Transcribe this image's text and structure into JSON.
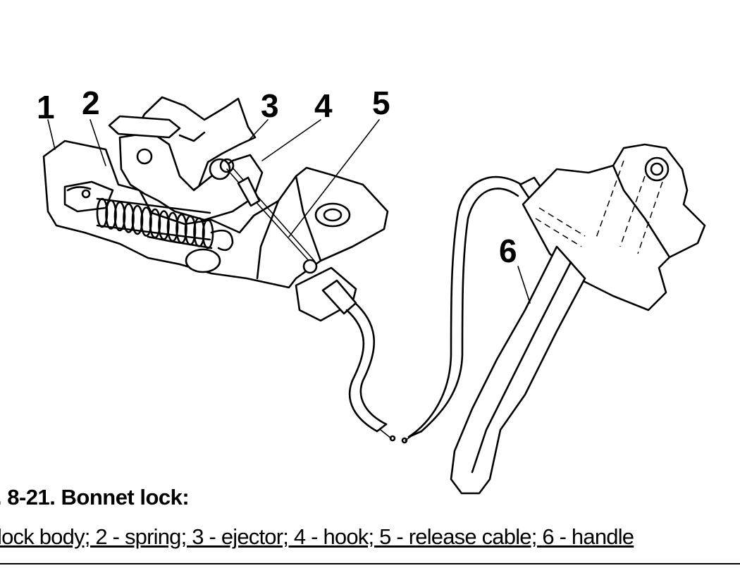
{
  "figure": {
    "callouts": [
      "1",
      "2",
      "3",
      "4",
      "5",
      "6"
    ],
    "caption_title": ". 8-21. Bonnet lock:",
    "caption_legend": "lock body; 2 - spring; 3 - ejector; 4 - hook; 5 - release cable; 6 - handle"
  }
}
